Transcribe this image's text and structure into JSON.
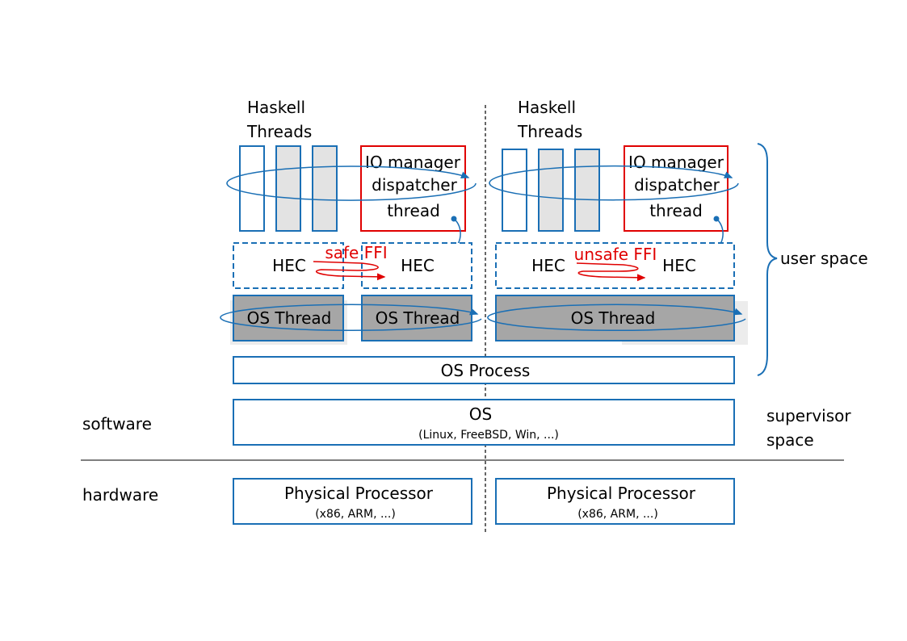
{
  "left": {
    "haskell_threads_line1": "Haskell",
    "haskell_threads_line2": "Threads",
    "io_manager_line1": "IO manager",
    "io_manager_line2": "dispatcher",
    "io_manager_line3": "thread",
    "hec_a": "HEC",
    "hec_b": "HEC",
    "ffi_label": "safe FFI",
    "os_thread_a": "OS Thread",
    "os_thread_b": "OS Thread",
    "processor_title": "Physical Processor",
    "processor_sub": "(x86, ARM, ...)"
  },
  "right": {
    "haskell_threads_line1": "Haskell",
    "haskell_threads_line2": "Threads",
    "io_manager_line1": "IO manager",
    "io_manager_line2": "dispatcher",
    "io_manager_line3": "thread",
    "hec_a": "HEC",
    "hec_b": "HEC",
    "ffi_label": "unsafe FFI",
    "os_thread": "OS Thread",
    "processor_title": "Physical Processor",
    "processor_sub": "(x86, ARM, ...)"
  },
  "shared": {
    "os_process": "OS Process",
    "os_title": "OS",
    "os_sub": "(Linux, FreeBSD, Win, ...)"
  },
  "side_labels": {
    "user_space": "user space",
    "supervisor_line1": "supervisor",
    "supervisor_line2": "space",
    "software": "software",
    "hardware": "hardware"
  },
  "colors": {
    "blue": "#1a6fb5",
    "red": "#e00000",
    "gray_fill": "#a6a6a6",
    "light_gray_fill": "#e3e3e3"
  }
}
